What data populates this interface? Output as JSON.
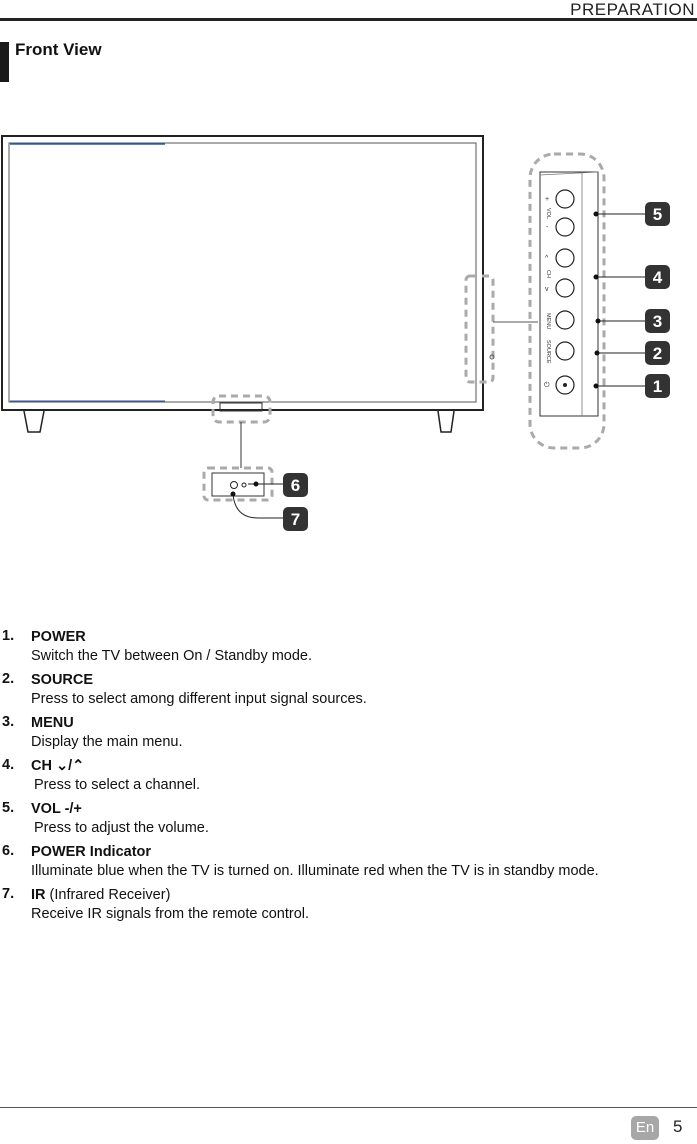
{
  "header": {
    "title": "PREPARATION"
  },
  "section": {
    "title": "Front View"
  },
  "diagram": {
    "button_labels": [
      "VOL",
      "CH",
      "MENU",
      "SOURCE"
    ],
    "callouts": [
      "1",
      "2",
      "3",
      "4",
      "5",
      "6",
      "7"
    ]
  },
  "items": [
    {
      "num": "1.",
      "term": "POWER",
      "extra": "",
      "desc": "Switch the TV between On / Standby mode."
    },
    {
      "num": "2.",
      "term": "SOURCE",
      "extra": "",
      "desc": "Press to select among different input signal sources."
    },
    {
      "num": "3.",
      "term": "MENU",
      "extra": "",
      "desc": "Display the main menu."
    },
    {
      "num": "4.",
      "term": "CH ⌄/⌃",
      "extra": "",
      "desc": "Press to select a channel."
    },
    {
      "num": "5.",
      "term": "VOL -/+",
      "extra": "",
      "desc": "Press to adjust the volume."
    },
    {
      "num": "6.",
      "term": "POWER Indicator",
      "extra": "",
      "desc": "Illuminate blue when the TV is turned on. Illuminate red when the TV is in standby mode."
    },
    {
      "num": "7.",
      "term": "IR",
      "extra": " (Infrared Receiver)",
      "desc": "Receive IR signals from the remote control."
    }
  ],
  "footer": {
    "lang": "En",
    "page": "5"
  }
}
